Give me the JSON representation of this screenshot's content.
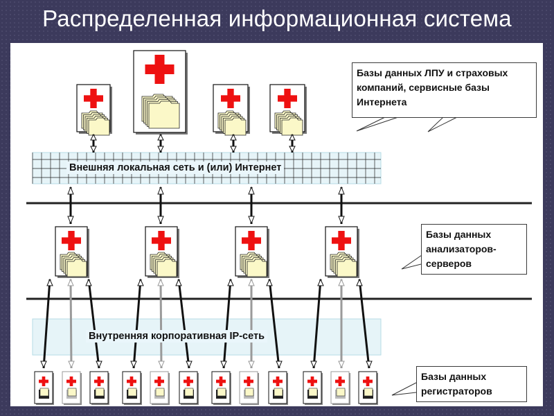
{
  "title": "Распределенная информационная система",
  "labels": {
    "external_network": "Внешняя локальная сеть и (или) Интернет",
    "internal_network": "Внутренняя корпоративная IP-сеть"
  },
  "callouts": {
    "top": "Базы данных ЛПУ и страховых компаний, сервисные базы Интернета",
    "middle": "Базы данных анализаторов-серверов",
    "bottom": "Базы данных регистраторов"
  },
  "colors": {
    "background": "#3c3a5c",
    "cross": "#ee1111",
    "folder": "#fbf8c8",
    "network_fill": "#e6f4f8",
    "arrow": "#111111",
    "arrow_light": "#9a9a9a"
  },
  "icons": {
    "medical_cross": "medical-cross-icon",
    "folder_stack": "folder-stack-icon",
    "drive": "disk-drive-icon"
  }
}
